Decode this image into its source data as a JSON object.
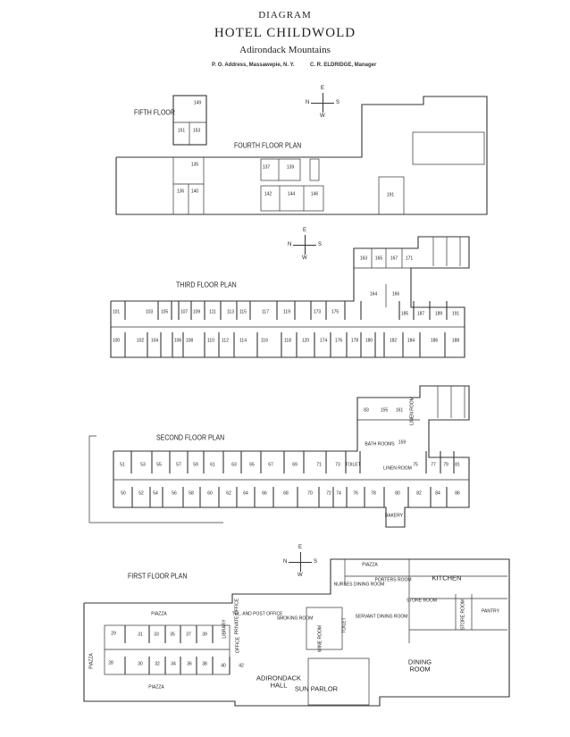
{
  "header": {
    "line1": "DIAGRAM",
    "title": "HOTEL CHILDWOLD",
    "subtitle": "Adirondack Mountains",
    "address": "P. O. Address, Massawepie, N. Y.",
    "manager": "C. R. ELDRIDGE, Manager"
  },
  "compass": {
    "n": "N",
    "s": "S",
    "e": "E",
    "w": "W"
  },
  "floors": {
    "fifth": {
      "label": "FIFTH FLOOR",
      "rooms": [
        "149",
        "151",
        "153"
      ]
    },
    "fourth": {
      "label": "FOURTH FLOOR PLAN",
      "rooms": [
        "135",
        "136",
        "140",
        "137",
        "139",
        "142",
        "144",
        "146",
        "191"
      ]
    },
    "third": {
      "label": "THIRD FLOOR PLAN",
      "rooms": [
        "101",
        "103",
        "105",
        "107",
        "109",
        "111",
        "113",
        "115",
        "117",
        "119",
        "173",
        "175",
        "185",
        "187",
        "189",
        "191",
        "100",
        "102",
        "104",
        "106",
        "108",
        "110",
        "112",
        "114",
        "116",
        "118",
        "120",
        "174",
        "176",
        "178",
        "180",
        "182",
        "184",
        "186",
        "188",
        "163",
        "165",
        "167",
        "171",
        "164",
        "166"
      ]
    },
    "second": {
      "label": "SECOND FLOOR PLAN",
      "rooms": [
        "51",
        "53",
        "55",
        "57",
        "59",
        "61",
        "63",
        "65",
        "67",
        "69",
        "71",
        "73",
        "TOILET",
        "75",
        "77",
        "79",
        "81",
        "50",
        "52",
        "54",
        "56",
        "58",
        "60",
        "62",
        "64",
        "66",
        "68",
        "70",
        "72",
        "74",
        "76",
        "78",
        "80",
        "82",
        "84",
        "86",
        "83",
        "155",
        "161",
        "LINEN ROOM",
        "159",
        "BATH ROOMS",
        "LINEN ROOM",
        "BAKERY"
      ]
    },
    "first": {
      "label": "FIRST FLOOR PLAN",
      "rooms": [
        "29",
        "31",
        "33",
        "35",
        "37",
        "39",
        "28",
        "30",
        "32",
        "34",
        "36",
        "38",
        "40",
        "42",
        "PIAZZA",
        "PIAZZA",
        "TEL. AND POST OFFICE",
        "SMOKING ROOM",
        "ADIRONDACK HALL",
        "SUN PARLOR",
        "DINING ROOM",
        "PIAZZA",
        "NURSES DINING ROOM",
        "PORTERS ROOM",
        "KITCHEN",
        "STORE ROOM",
        "PANTRY",
        "SERVANT DINING ROOM",
        "PIAZZA",
        "LIBRARY",
        "PRIVATE OFFICE",
        "OFFICE",
        "WINE ROOM",
        "TOILET",
        "STORE ROOM"
      ]
    }
  }
}
